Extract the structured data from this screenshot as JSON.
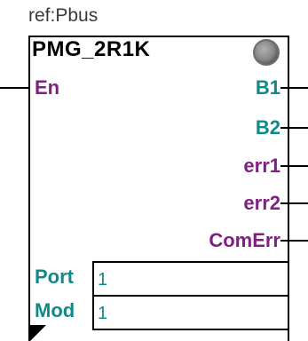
{
  "ref": "ref:Pbus",
  "block": {
    "title": "PMG_2R1K",
    "status_led_color": "#8c8c8c"
  },
  "inputs": [
    {
      "label": "En",
      "color": "#7f1f7f"
    }
  ],
  "outputs": [
    {
      "label": "B1",
      "color": "#0f8a8a"
    },
    {
      "label": "B2",
      "color": "#0f8a8a"
    },
    {
      "label": "err1",
      "color": "#7f1f7f"
    },
    {
      "label": "err2",
      "color": "#7f1f7f"
    },
    {
      "label": "ComErr",
      "color": "#7f1f7f"
    }
  ],
  "params": [
    {
      "name": "Port",
      "value": "1"
    },
    {
      "name": "Mod",
      "value": "1"
    }
  ]
}
